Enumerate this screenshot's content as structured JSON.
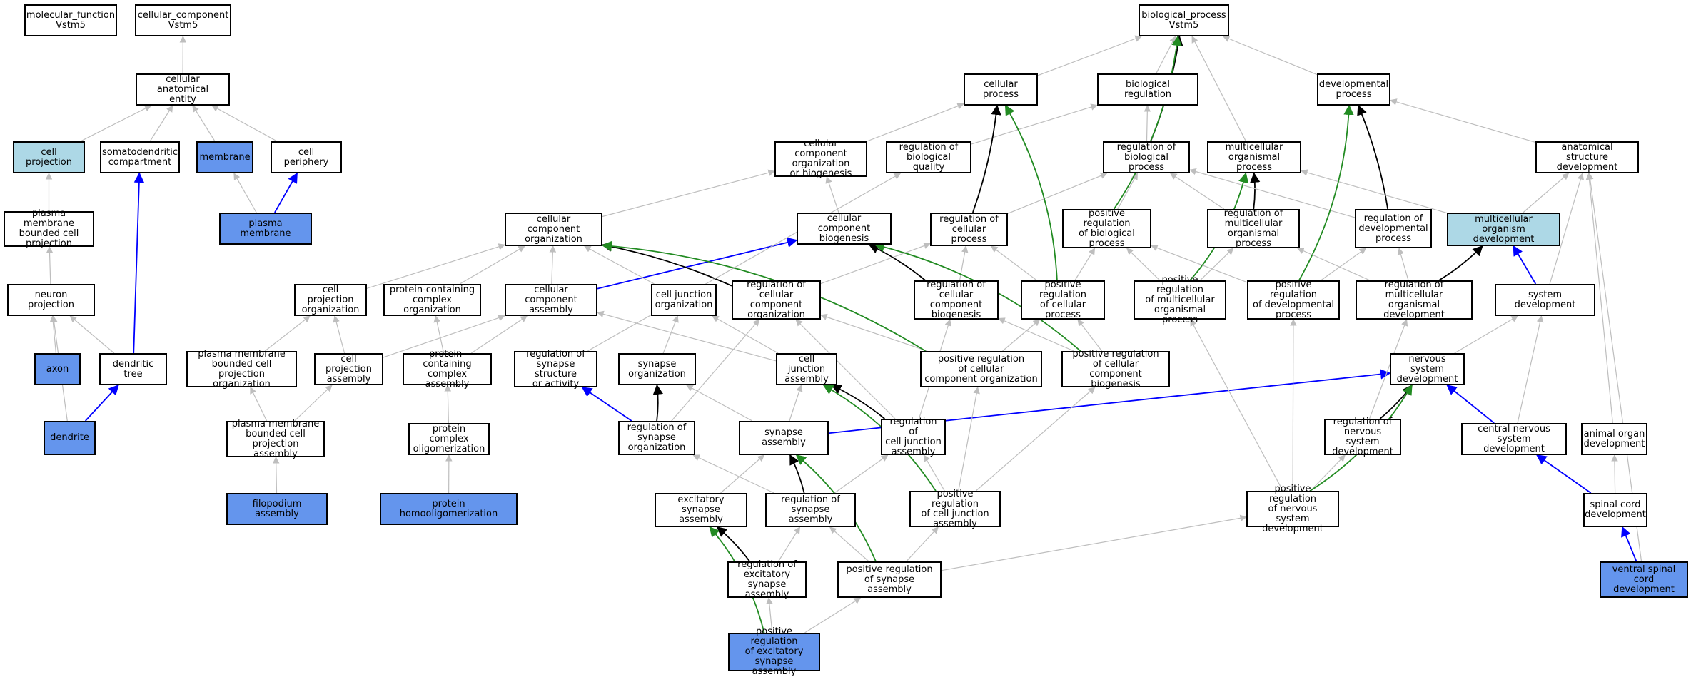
{
  "colors": {
    "node_default": "#ffffff",
    "node_query": "#6495ed",
    "node_light": "#add8e6",
    "edge_is_a": "#bebebe",
    "edge_part_of": "#000000",
    "edge_regulates": "#0000ff",
    "edge_positively_regulates": "#228b22"
  },
  "nodes": [
    {
      "id": "mf",
      "label": "molecular_function\nVstm5",
      "fill": "default"
    },
    {
      "id": "cc",
      "label": "cellular_component\nVstm5",
      "fill": "default"
    },
    {
      "id": "bp",
      "label": "biological_process\nVstm5",
      "fill": "default"
    },
    {
      "id": "cae",
      "label": "cellular anatomical\nentity",
      "fill": "default"
    },
    {
      "id": "cellproc",
      "label": "cellular process",
      "fill": "default"
    },
    {
      "id": "bioreg",
      "label": "biological regulation",
      "fill": "default"
    },
    {
      "id": "devproc",
      "label": "developmental\nprocess",
      "fill": "default"
    },
    {
      "id": "cellproj",
      "label": "cell projection",
      "fill": "light"
    },
    {
      "id": "somato",
      "label": "somatodendritic\ncompartment",
      "fill": "default"
    },
    {
      "id": "membrane",
      "label": "membrane",
      "fill": "query"
    },
    {
      "id": "periph",
      "label": "cell periphery",
      "fill": "default"
    },
    {
      "id": "ccob",
      "label": "cellular component\norganization\nor biogenesis",
      "fill": "default"
    },
    {
      "id": "regbq",
      "label": "regulation of\nbiological quality",
      "fill": "default"
    },
    {
      "id": "regbp",
      "label": "regulation of\nbiological process",
      "fill": "default"
    },
    {
      "id": "mop",
      "label": "multicellular\norganismal process",
      "fill": "default"
    },
    {
      "id": "asd",
      "label": "anatomical structure\ndevelopment",
      "fill": "default"
    },
    {
      "id": "pmbcp",
      "label": "plasma membrane\nbounded cell\nprojection",
      "fill": "default"
    },
    {
      "id": "pm",
      "label": "plasma membrane",
      "fill": "query"
    },
    {
      "id": "cco",
      "label": "cellular component\norganization",
      "fill": "default"
    },
    {
      "id": "ccb",
      "label": "cellular component\nbiogenesis",
      "fill": "default"
    },
    {
      "id": "regcp",
      "label": "regulation of\ncellular process",
      "fill": "default"
    },
    {
      "id": "posregbp",
      "label": "positive regulation\nof biological\nprocess",
      "fill": "default"
    },
    {
      "id": "regmop",
      "label": "regulation of\nmulticellular\norganismal process",
      "fill": "default"
    },
    {
      "id": "regdev",
      "label": "regulation of\ndevelopmental\nprocess",
      "fill": "default"
    },
    {
      "id": "mod",
      "label": "multicellular\norganism development",
      "fill": "light"
    },
    {
      "id": "neuproj",
      "label": "neuron projection",
      "fill": "default"
    },
    {
      "id": "cporg",
      "label": "cell projection\norganization",
      "fill": "default"
    },
    {
      "id": "pcco",
      "label": "protein-containing\ncomplex organization",
      "fill": "default"
    },
    {
      "id": "cca",
      "label": "cellular component\nassembly",
      "fill": "default"
    },
    {
      "id": "cjo",
      "label": "cell junction\norganization",
      "fill": "default"
    },
    {
      "id": "regcco",
      "label": "regulation of\ncellular component\norganization",
      "fill": "default"
    },
    {
      "id": "regccb",
      "label": "regulation of\ncellular component\nbiogenesis",
      "fill": "default"
    },
    {
      "id": "posregcp",
      "label": "positive regulation\nof cellular\nprocess",
      "fill": "default"
    },
    {
      "id": "posregmop",
      "label": "positive regulation\nof multicellular\norganismal process",
      "fill": "default"
    },
    {
      "id": "posregdev",
      "label": "positive regulation\nof developmental\nprocess",
      "fill": "default"
    },
    {
      "id": "regmod",
      "label": "regulation of\nmulticellular\norganismal development",
      "fill": "default"
    },
    {
      "id": "sysdev",
      "label": "system development",
      "fill": "default"
    },
    {
      "id": "axon",
      "label": "axon",
      "fill": "query"
    },
    {
      "id": "dtree",
      "label": "dendritic tree",
      "fill": "default"
    },
    {
      "id": "pmbcpo",
      "label": "plasma membrane\nbounded cell\nprojection organization",
      "fill": "default"
    },
    {
      "id": "cpa",
      "label": "cell projection\nassembly",
      "fill": "default"
    },
    {
      "id": "pcca",
      "label": "protein-containing\ncomplex assembly",
      "fill": "default"
    },
    {
      "id": "regsso",
      "label": "regulation of\nsynapse structure\nor activity",
      "fill": "default"
    },
    {
      "id": "synorg",
      "label": "synapse organization",
      "fill": "default"
    },
    {
      "id": "cja",
      "label": "cell junction\nassembly",
      "fill": "default"
    },
    {
      "id": "posregcco",
      "label": "positive regulation\nof cellular\ncomponent organization",
      "fill": "default"
    },
    {
      "id": "posregccb",
      "label": "positive regulation\nof cellular\ncomponent biogenesis",
      "fill": "default"
    },
    {
      "id": "nsd",
      "label": "nervous system\ndevelopment",
      "fill": "default"
    },
    {
      "id": "dendrite",
      "label": "dendrite",
      "fill": "query"
    },
    {
      "id": "pmbcpa",
      "label": "plasma membrane\nbounded cell\nprojection assembly",
      "fill": "default"
    },
    {
      "id": "pco",
      "label": "protein complex\noligomerization",
      "fill": "default"
    },
    {
      "id": "regso",
      "label": "regulation of\nsynapse organization",
      "fill": "default"
    },
    {
      "id": "syna",
      "label": "synapse assembly",
      "fill": "default"
    },
    {
      "id": "regcja",
      "label": "regulation of\ncell junction\nassembly",
      "fill": "default"
    },
    {
      "id": "regnsd",
      "label": "regulation of\nnervous system\ndevelopment",
      "fill": "default"
    },
    {
      "id": "cnsd",
      "label": "central nervous\nsystem development",
      "fill": "default"
    },
    {
      "id": "aod",
      "label": "animal organ\ndevelopment",
      "fill": "default"
    },
    {
      "id": "filo",
      "label": "filopodium assembly",
      "fill": "query"
    },
    {
      "id": "protho",
      "label": "protein homooligomerization",
      "fill": "query"
    },
    {
      "id": "exsa",
      "label": "excitatory synapse\nassembly",
      "fill": "default"
    },
    {
      "id": "regsa",
      "label": "regulation of\nsynapse assembly",
      "fill": "default"
    },
    {
      "id": "posregcja",
      "label": "positive regulation\nof cell junction\nassembly",
      "fill": "default"
    },
    {
      "id": "posregnsd",
      "label": "positive regulation\nof nervous system\ndevelopment",
      "fill": "default"
    },
    {
      "id": "scd",
      "label": "spinal cord\ndevelopment",
      "fill": "default"
    },
    {
      "id": "regexsa",
      "label": "regulation of\nexcitatory synapse\nassembly",
      "fill": "default"
    },
    {
      "id": "posregsa",
      "label": "positive regulation\nof synapse assembly",
      "fill": "default"
    },
    {
      "id": "vscd",
      "label": "ventral spinal\ncord development",
      "fill": "query"
    },
    {
      "id": "posregexsa",
      "label": "positive regulation\nof excitatory\nsynapse assembly",
      "fill": "query"
    }
  ],
  "edges": [
    {
      "from": "cae",
      "to": "cc",
      "type": "is_a"
    },
    {
      "from": "cellproc",
      "to": "bp",
      "type": "is_a"
    },
    {
      "from": "bioreg",
      "to": "bp",
      "type": "is_a"
    },
    {
      "from": "devproc",
      "to": "bp",
      "type": "is_a"
    },
    {
      "from": "cellproj",
      "to": "cae",
      "type": "is_a"
    },
    {
      "from": "somato",
      "to": "cae",
      "type": "is_a"
    },
    {
      "from": "membrane",
      "to": "cae",
      "type": "is_a"
    },
    {
      "from": "periph",
      "to": "cae",
      "type": "is_a"
    },
    {
      "from": "ccob",
      "to": "cellproc",
      "type": "is_a"
    },
    {
      "from": "regbq",
      "to": "bioreg",
      "type": "is_a"
    },
    {
      "from": "regbp",
      "to": "bioreg",
      "type": "is_a"
    },
    {
      "from": "regbp",
      "to": "bp",
      "type": "part_of"
    },
    {
      "from": "mop",
      "to": "bp",
      "type": "is_a"
    },
    {
      "from": "asd",
      "to": "devproc",
      "type": "is_a"
    },
    {
      "from": "pmbcp",
      "to": "cellproj",
      "type": "is_a"
    },
    {
      "from": "pm",
      "to": "membrane",
      "type": "is_a"
    },
    {
      "from": "pm",
      "to": "periph",
      "type": "part_of_blue"
    },
    {
      "from": "cco",
      "to": "ccob",
      "type": "is_a"
    },
    {
      "from": "ccb",
      "to": "ccob",
      "type": "is_a"
    },
    {
      "from": "regcp",
      "to": "regbp",
      "type": "is_a"
    },
    {
      "from": "regcp",
      "to": "cellproc",
      "type": "part_of"
    },
    {
      "from": "posregbp",
      "to": "regbp",
      "type": "is_a"
    },
    {
      "from": "posregbp",
      "to": "bp",
      "type": "positively_regulates"
    },
    {
      "from": "regmop",
      "to": "regbp",
      "type": "is_a"
    },
    {
      "from": "regmop",
      "to": "mop",
      "type": "part_of"
    },
    {
      "from": "regdev",
      "to": "regbp",
      "type": "is_a"
    },
    {
      "from": "regdev",
      "to": "devproc",
      "type": "part_of"
    },
    {
      "from": "mod",
      "to": "mop",
      "type": "is_a"
    },
    {
      "from": "mod",
      "to": "asd",
      "type": "is_a"
    },
    {
      "from": "neuproj",
      "to": "pmbcp",
      "type": "is_a"
    },
    {
      "from": "cporg",
      "to": "cco",
      "type": "is_a"
    },
    {
      "from": "pcco",
      "to": "cco",
      "type": "is_a"
    },
    {
      "from": "cca",
      "to": "cco",
      "type": "is_a"
    },
    {
      "from": "cca",
      "to": "ccb",
      "type": "regulates"
    },
    {
      "from": "cjo",
      "to": "cco",
      "type": "is_a"
    },
    {
      "from": "regcco",
      "to": "cco",
      "type": "part_of"
    },
    {
      "from": "regcco",
      "to": "regcp",
      "type": "is_a"
    },
    {
      "from": "regccb",
      "to": "ccb",
      "type": "part_of"
    },
    {
      "from": "regccb",
      "to": "regcp",
      "type": "is_a"
    },
    {
      "from": "posregcp",
      "to": "regcp",
      "type": "is_a"
    },
    {
      "from": "posregcp",
      "to": "posregbp",
      "type": "is_a"
    },
    {
      "from": "posregcp",
      "to": "cellproc",
      "type": "positively_regulates"
    },
    {
      "from": "posregmop",
      "to": "regmop",
      "type": "is_a"
    },
    {
      "from": "posregmop",
      "to": "posregbp",
      "type": "is_a"
    },
    {
      "from": "posregmop",
      "to": "mop",
      "type": "positively_regulates"
    },
    {
      "from": "posregdev",
      "to": "regdev",
      "type": "is_a"
    },
    {
      "from": "posregdev",
      "to": "posregbp",
      "type": "is_a"
    },
    {
      "from": "posregdev",
      "to": "devproc",
      "type": "positively_regulates"
    },
    {
      "from": "regmod",
      "to": "regmop",
      "type": "is_a"
    },
    {
      "from": "regmod",
      "to": "regdev",
      "type": "is_a"
    },
    {
      "from": "regmod",
      "to": "mod",
      "type": "part_of"
    },
    {
      "from": "sysdev",
      "to": "asd",
      "type": "is_a"
    },
    {
      "from": "sysdev",
      "to": "mod",
      "type": "regulates"
    },
    {
      "from": "axon",
      "to": "neuproj",
      "type": "is_a"
    },
    {
      "from": "dtree",
      "to": "neuproj",
      "type": "is_a"
    },
    {
      "from": "dtree",
      "to": "somato",
      "type": "regulates"
    },
    {
      "from": "pmbcpo",
      "to": "cporg",
      "type": "is_a"
    },
    {
      "from": "cpa",
      "to": "cporg",
      "type": "is_a"
    },
    {
      "from": "cpa",
      "to": "cca",
      "type": "is_a"
    },
    {
      "from": "pcca",
      "to": "pcco",
      "type": "is_a"
    },
    {
      "from": "pcca",
      "to": "cca",
      "type": "is_a"
    },
    {
      "from": "regsso",
      "to": "regbq",
      "type": "is_a"
    },
    {
      "from": "synorg",
      "to": "cjo",
      "type": "is_a"
    },
    {
      "from": "cja",
      "to": "cjo",
      "type": "is_a"
    },
    {
      "from": "cja",
      "to": "cca",
      "type": "is_a"
    },
    {
      "from": "posregcco",
      "to": "regcco",
      "type": "is_a"
    },
    {
      "from": "posregcco",
      "to": "posregcp",
      "type": "is_a"
    },
    {
      "from": "posregcco",
      "to": "cco",
      "type": "positively_regulates"
    },
    {
      "from": "posregccb",
      "to": "regccb",
      "type": "is_a"
    },
    {
      "from": "posregccb",
      "to": "posregcp",
      "type": "is_a"
    },
    {
      "from": "posregccb",
      "to": "ccb",
      "type": "positively_regulates"
    },
    {
      "from": "nsd",
      "to": "sysdev",
      "type": "is_a"
    },
    {
      "from": "dendrite",
      "to": "dtree",
      "type": "regulates"
    },
    {
      "from": "dendrite",
      "to": "neuproj",
      "type": "is_a"
    },
    {
      "from": "pmbcpa",
      "to": "pmbcpo",
      "type": "is_a"
    },
    {
      "from": "pmbcpa",
      "to": "cpa",
      "type": "is_a"
    },
    {
      "from": "pco",
      "to": "pcca",
      "type": "is_a"
    },
    {
      "from": "regso",
      "to": "regsso",
      "type": "regulates"
    },
    {
      "from": "regso",
      "to": "synorg",
      "type": "part_of"
    },
    {
      "from": "regso",
      "to": "regcco",
      "type": "is_a"
    },
    {
      "from": "syna",
      "to": "synorg",
      "type": "is_a"
    },
    {
      "from": "syna",
      "to": "cja",
      "type": "is_a"
    },
    {
      "from": "syna",
      "to": "nsd",
      "type": "regulates"
    },
    {
      "from": "regcja",
      "to": "cja",
      "type": "part_of"
    },
    {
      "from": "regcja",
      "to": "regcco",
      "type": "is_a"
    },
    {
      "from": "regcja",
      "to": "regccb",
      "type": "is_a"
    },
    {
      "from": "regnsd",
      "to": "nsd",
      "type": "part_of"
    },
    {
      "from": "regnsd",
      "to": "regmod",
      "type": "is_a"
    },
    {
      "from": "cnsd",
      "to": "nsd",
      "type": "regulates"
    },
    {
      "from": "cnsd",
      "to": "sysdev",
      "type": "is_a"
    },
    {
      "from": "aod",
      "to": "asd",
      "type": "is_a"
    },
    {
      "from": "filo",
      "to": "pmbcpa",
      "type": "is_a"
    },
    {
      "from": "protho",
      "to": "pco",
      "type": "is_a"
    },
    {
      "from": "exsa",
      "to": "syna",
      "type": "is_a"
    },
    {
      "from": "regsa",
      "to": "syna",
      "type": "part_of"
    },
    {
      "from": "regsa",
      "to": "regso",
      "type": "is_a"
    },
    {
      "from": "regsa",
      "to": "regcja",
      "type": "is_a"
    },
    {
      "from": "posregcja",
      "to": "regcja",
      "type": "is_a"
    },
    {
      "from": "posregcja",
      "to": "posregcco",
      "type": "is_a"
    },
    {
      "from": "posregcja",
      "to": "posregccb",
      "type": "is_a"
    },
    {
      "from": "posregcja",
      "to": "cja",
      "type": "positively_regulates"
    },
    {
      "from": "posregnsd",
      "to": "regnsd",
      "type": "is_a"
    },
    {
      "from": "posregnsd",
      "to": "posregmop",
      "type": "is_a"
    },
    {
      "from": "posregnsd",
      "to": "posregdev",
      "type": "is_a"
    },
    {
      "from": "posregnsd",
      "to": "nsd",
      "type": "positively_regulates"
    },
    {
      "from": "scd",
      "to": "cnsd",
      "type": "regulates"
    },
    {
      "from": "scd",
      "to": "aod",
      "type": "is_a"
    },
    {
      "from": "regexsa",
      "to": "exsa",
      "type": "part_of"
    },
    {
      "from": "regexsa",
      "to": "regsa",
      "type": "is_a"
    },
    {
      "from": "posregsa",
      "to": "regsa",
      "type": "is_a"
    },
    {
      "from": "posregsa",
      "to": "posregcja",
      "type": "is_a"
    },
    {
      "from": "posregsa",
      "to": "syna",
      "type": "positively_regulates"
    },
    {
      "from": "posregsa",
      "to": "posregnsd",
      "type": "is_a"
    },
    {
      "from": "vscd",
      "to": "scd",
      "type": "regulates"
    },
    {
      "from": "vscd",
      "to": "asd",
      "type": "is_a"
    },
    {
      "from": "posregexsa",
      "to": "regexsa",
      "type": "is_a"
    },
    {
      "from": "posregexsa",
      "to": "posregsa",
      "type": "is_a"
    },
    {
      "from": "posregexsa",
      "to": "exsa",
      "type": "positively_regulates"
    }
  ]
}
